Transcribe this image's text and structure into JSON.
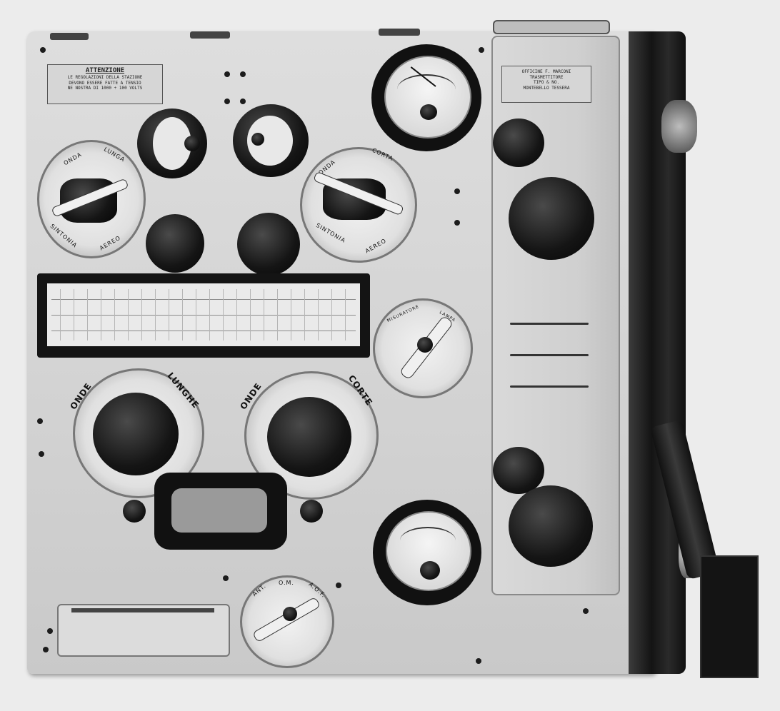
{
  "warning_plate": {
    "title": "ATTENZIONE",
    "line1": "LE REGOLAZIONI DELLA STAZIONE",
    "line2": "DEVONO ESSERE FATTE A TENSIO",
    "line3": "NE NOSTRA DI 1000 ÷ 100 VOLTS"
  },
  "maker_plate": {
    "line1": "OFFICINE F. MARCONI",
    "line2": "TRASMETTITORE",
    "line3": "TIPO & NO.",
    "line4": "MONTEBELLO TESSERA"
  },
  "left_switch": {
    "top_left": "ONDA",
    "top_right": "LUNGA",
    "bottom_left": "SINTONIA",
    "bottom_right": "AEREO"
  },
  "right_switch": {
    "top_left": "ONDA",
    "top_right": "CORTA",
    "bottom_left": "SINTONIA",
    "bottom_right": "AEREO"
  },
  "mid_switch": {
    "left": "MISURATORE",
    "right": "LAMPA"
  },
  "long_wave_dial": {
    "left": "ONDE",
    "right": "LUNGHE"
  },
  "short_wave_dial": {
    "left": "ONDE",
    "right": "CORTE"
  },
  "bottom_switch": {
    "left": "ANT.",
    "center": "O.M.",
    "right": "A.O.F."
  },
  "colors": {
    "panel": "#d4d4d4",
    "knob": "#111111",
    "background": "#ececec"
  }
}
